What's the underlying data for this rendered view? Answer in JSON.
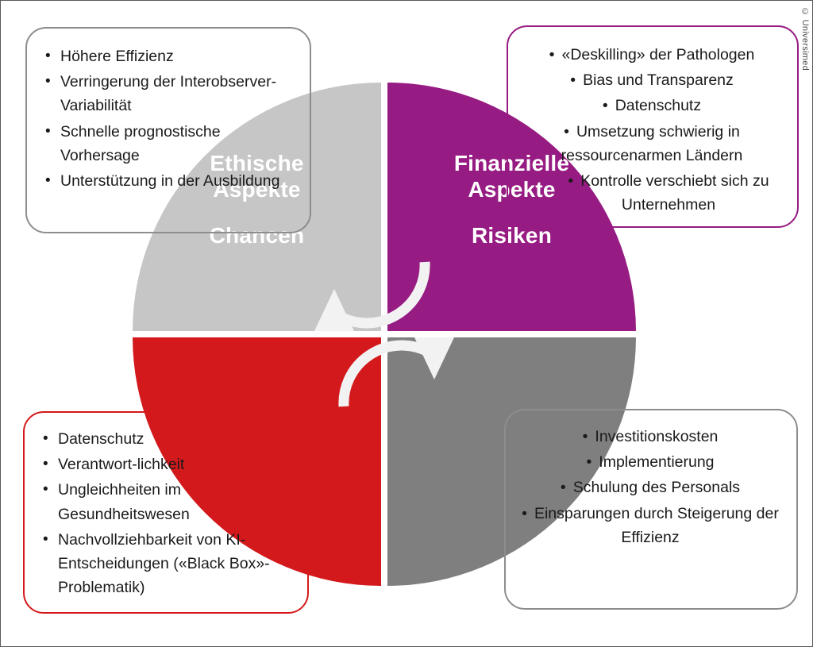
{
  "colors": {
    "chancen": "#C6C6C6",
    "risiken": "#961B82",
    "ethische": "#D4191C",
    "finanzielle": "#7F7F7F",
    "neutral_border": "#8d8d8f",
    "label_text": "#FFFFFF",
    "arrow": "#F2F2F2"
  },
  "quadrants": {
    "top_left": {
      "label": "Chancen",
      "color": "#C6C6C6"
    },
    "top_right": {
      "label": "Risiken",
      "color": "#961B82"
    },
    "bottom_left": {
      "label": "Ethische\nAspekte",
      "color": "#D4191C"
    },
    "bottom_right": {
      "label": "Finanzielle\nAspekte",
      "color": "#7F7F7F"
    }
  },
  "boxes": {
    "chancen": {
      "border_color": "#8d8d8f",
      "items": [
        "Höhere Effizienz",
        "Verringerung der Interobserver-Variabilität",
        "Schnelle prognostische Vorhersage",
        "Unterstützung in der Ausbildung"
      ]
    },
    "risiken": {
      "border_color": "#961B82",
      "items": [
        "«Deskilling» der Pathologen",
        "Bias und Transparenz",
        "Datenschutz",
        "Umsetzung schwierig in ressourcenarmen Ländern",
        "Kontrolle verschiebt sich zu Unternehmen"
      ]
    },
    "ethische": {
      "border_color": "#D4191C",
      "items": [
        "Datenschutz",
        "Verantwort-lichkeit",
        "Ungleichheiten im Gesundheitswesen",
        "Nachvollziehbarkeit von KI-Entscheidungen («Black Box»-Problematik)"
      ]
    },
    "finanzielle": {
      "border_color": "#8d8d8f",
      "items": [
        "Investitionskosten",
        "Implementierung",
        "Schulung des Personals",
        "Einsparungen durch Steigerung der Effizienz"
      ]
    }
  },
  "copyright": "© Universimed",
  "bullet_glyph": "•"
}
